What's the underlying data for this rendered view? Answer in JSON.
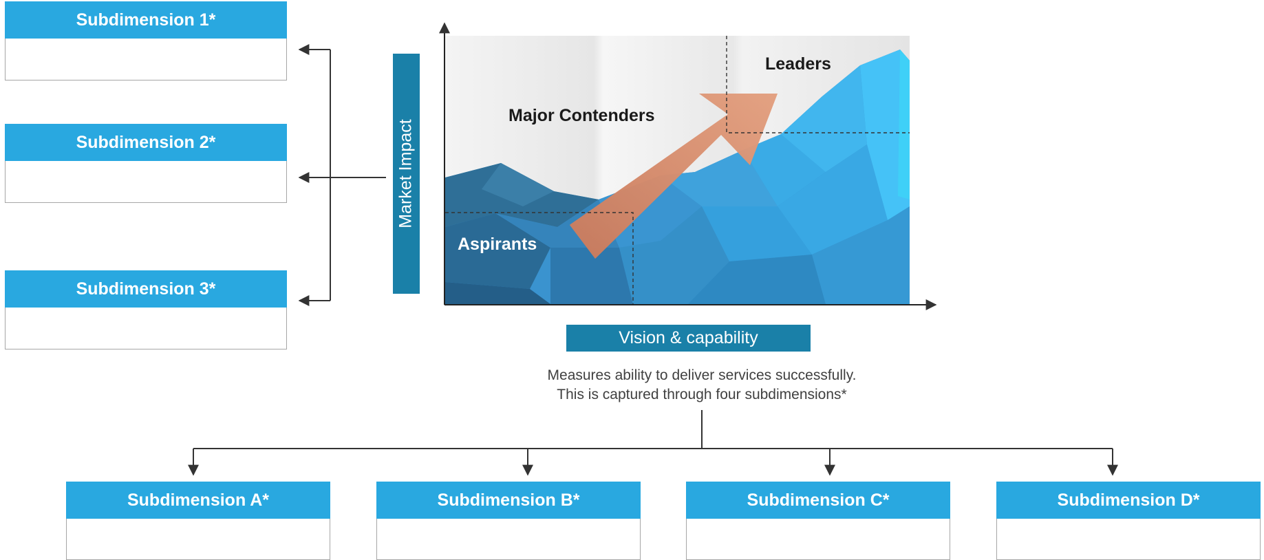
{
  "left_subdimensions": [
    "Subdimension 1*",
    "Subdimension 2*",
    "Subdimension 3*"
  ],
  "bottom_subdimensions": [
    "Subdimension A*",
    "Subdimension B*",
    "Subdimension C*",
    "Subdimension D*"
  ],
  "y_axis_label": "Market Impact",
  "x_axis_label": "Vision & capability",
  "quadrants": {
    "leaders": "Leaders",
    "major_contenders": "Major Contenders",
    "aspirants": "Aspirants"
  },
  "description": {
    "line1": "Measures ability to deliver services successfully.",
    "line2": "This is captured through four subdimensions*"
  },
  "colors": {
    "header_blue": "#29a8e0",
    "axis_label_teal": "#1a80a8",
    "box_border": "#a6a6a6",
    "arrow_orange": "#d8886a"
  }
}
